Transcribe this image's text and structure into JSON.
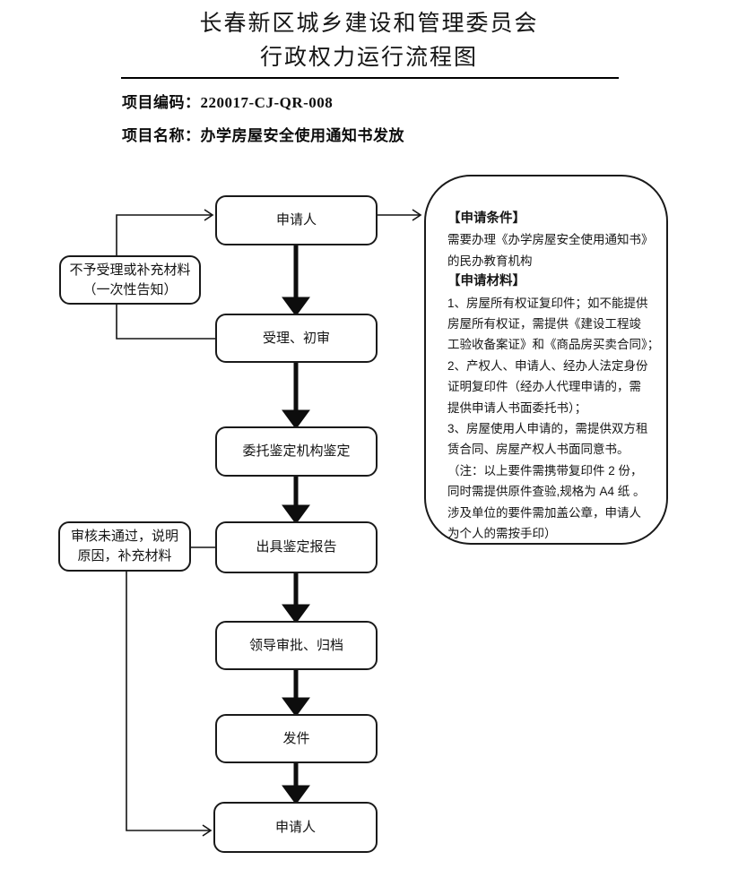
{
  "header": {
    "title_line1": "长春新区城乡建设和管理委员会",
    "title_line2": "行政权力运行流程图",
    "project_code_label": "项目编码：",
    "project_code_value": "220017-CJ-QR-008",
    "project_name_label": "项目名称：",
    "project_name_value": "办学房屋安全使用通知书发放"
  },
  "flow": {
    "steps": [
      {
        "label": "申请人"
      },
      {
        "label": "受理、初审"
      },
      {
        "label": "委托鉴定机构鉴定"
      },
      {
        "label": "出具鉴定报告"
      },
      {
        "label": "领导审批、归档"
      },
      {
        "label": "发件"
      },
      {
        "label": "申请人"
      }
    ],
    "side_notes": [
      {
        "line1": "不予受理或补充材料",
        "line2": "（一次性告知）"
      },
      {
        "line1": "审核未通过，说明",
        "line2": "原因，补充材料"
      }
    ]
  },
  "requirements_panel": {
    "lines": [
      {
        "text": "【申请条件】",
        "bold": true
      },
      {
        "text": "需要办理《办学房屋安全使用通知书》"
      },
      {
        "text": "的民办教育机构"
      },
      {
        "text": "【申请材料】",
        "bold": true
      },
      {
        "text": "1、房屋所有权证复印件；如不能提供"
      },
      {
        "text": "房屋所有权证，需提供《建设工程竣"
      },
      {
        "text": "工验收备案证》和《商品房买卖合同》；"
      },
      {
        "text": "2、产权人、申请人、经办人法定身份"
      },
      {
        "text": "证明复印件（经办人代理申请的，需"
      },
      {
        "text": "提供申请人书面委托书）；"
      },
      {
        "text": "3、房屋使用人申请的，需提供双方租"
      },
      {
        "text": "赁合同、房屋产权人书面同意书。"
      },
      {
        "text": "（注：以上要件需携带复印件 2 份，"
      },
      {
        "text": "同时需提供原件查验,规格为 A4 纸 。"
      },
      {
        "text": "涉及单位的要件需加盖公章，申请人"
      },
      {
        "text": "为个人的需按手印）"
      }
    ]
  },
  "colors": {
    "ink": "#000000",
    "background": "#ffffff"
  }
}
